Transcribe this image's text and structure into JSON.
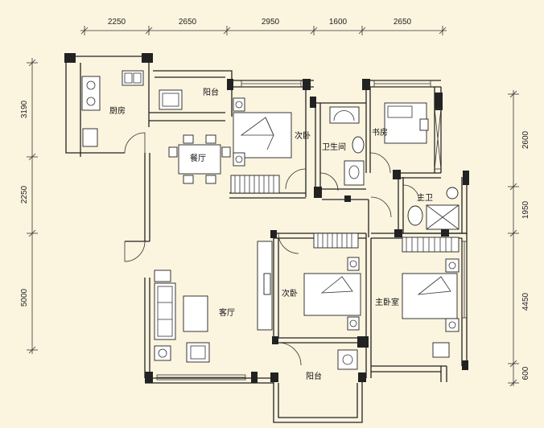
{
  "dimensions": {
    "top": [
      "2250",
      "2650",
      "2950",
      "1600",
      "2650"
    ],
    "left": [
      "3190",
      "2250",
      "5000"
    ],
    "right": [
      "2600",
      "1950",
      "4450",
      "600"
    ]
  },
  "rooms": {
    "kitchen": "厨房",
    "balcony_top": "阳台",
    "dining": "餐厅",
    "bedroom_top": "次卧",
    "bathroom": "卫生间",
    "study": "书房",
    "master_bath": "主卫",
    "living": "客厅",
    "bedroom_mid": "次卧",
    "master_bedroom": "主卧室",
    "balcony_bottom": "阳台"
  },
  "colors": {
    "background": "#fbf4df",
    "ink": "#222222"
  }
}
